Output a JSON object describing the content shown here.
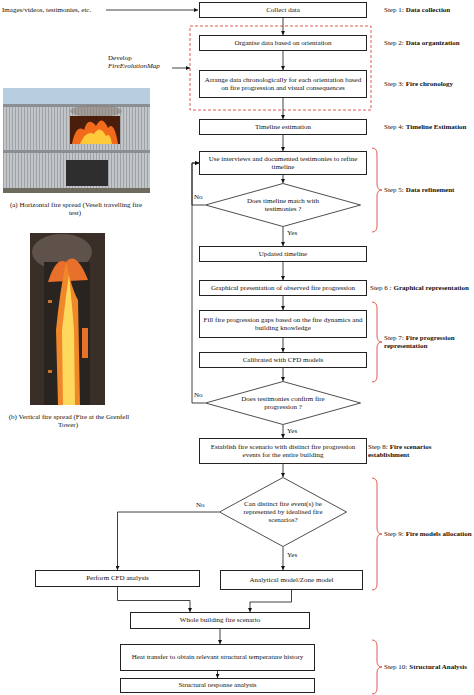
{
  "diagram": {
    "nodes": [
      {
        "text": [
          "Collect data"
        ]
      },
      {
        "text": [
          "Organise data based on orientation"
        ]
      },
      {
        "text": [
          "Arrange data chronologically for each orientation based on fire progression and visual consequences"
        ]
      },
      {
        "text": [
          "Timeline estimation"
        ]
      },
      {
        "text": [
          "Use interviews and documented testimonies to refine timeline"
        ]
      },
      {
        "text": [
          "Does timeline match with testimonies ?"
        ]
      },
      {
        "text": [
          "Updated timeline"
        ]
      },
      {
        "text": [
          "Graphical presentation of observed fire progression"
        ]
      },
      {
        "text": [
          "Fill fire progression gaps based on the fire dynamics and building knowledge"
        ]
      },
      {
        "text": [
          "Calibrated with CFD models"
        ]
      },
      {
        "text": [
          "Does testimonies confirm fire progression ?"
        ]
      },
      {
        "text": [
          "Establish fire scenario with distinct fire progression events for the entire building"
        ]
      },
      {
        "text": [
          "Can distinct fire event(s) be represented by idealised fire scenarios?"
        ]
      },
      {
        "text": [
          "Perform CFD analysis"
        ]
      },
      {
        "text": [
          "Analytical model/Zone model"
        ]
      },
      {
        "text": [
          "Whole building fire scenario"
        ]
      },
      {
        "text": [
          "Heat transfer to obtain relevant structural temperature history"
        ]
      },
      {
        "text": [
          "Structural response analysis"
        ]
      }
    ],
    "edges": [
      {
        "from": 0,
        "to": 1,
        "arrow": "to"
      },
      {
        "from": 1,
        "to": 2,
        "arrow": "to"
      },
      {
        "from": 2,
        "to": 3,
        "arrow": "to"
      },
      {
        "from": 3,
        "to": 4,
        "arrow": "to"
      },
      {
        "from": 4,
        "to": 5,
        "arrow": "to"
      },
      {
        "from": 5,
        "to": 6,
        "label": "Yes",
        "arrow": "to"
      },
      {
        "from": 5,
        "to": 4,
        "label": "No",
        "arrow": "to"
      },
      {
        "from": 6,
        "to": 7,
        "arrow": "to"
      },
      {
        "from": 7,
        "to": 8,
        "arrow": "to"
      },
      {
        "from": 8,
        "to": 9,
        "arrow": "to"
      },
      {
        "from": 9,
        "to": 10,
        "arrow": "to"
      },
      {
        "from": 10,
        "to": 11,
        "label": "Yes",
        "arrow": "to"
      },
      {
        "from": 10,
        "to": 4,
        "label": "No",
        "arrow": "to"
      },
      {
        "from": 11,
        "to": 12,
        "arrow": "to"
      },
      {
        "from": 12,
        "to": 13,
        "label": "No",
        "arrow": "to"
      },
      {
        "from": 12,
        "to": 14,
        "label": "Yes",
        "arrow": "to"
      },
      {
        "from": 13,
        "to": 15,
        "arrow": "to"
      },
      {
        "from": 14,
        "to": 15,
        "arrow": "to"
      },
      {
        "from": 15,
        "to": 16,
        "arrow": "to"
      },
      {
        "from": 16,
        "to": 17,
        "arrow": "to"
      }
    ],
    "labels": [
      "Images/videos, testimonies, etc.",
      "Develop",
      "FireEvolutionMap",
      "(a) Horizontal fire spread (Veseli travelling fire test)",
      "(b) Vertical fire spread (Fire at the Grenfell Tower)",
      "Step 1:",
      "Data collection",
      "Step 2:",
      "Data organization",
      "Step 3:",
      "Fire chronology",
      "Step 4:",
      "Timeline Estimation",
      "Step 5:",
      "Data refinement",
      "Step 6 :",
      "Graphical representation",
      "Step 7:",
      "Fire progression representation",
      "Step 8:",
      "Fire scenarios establishment",
      "Step 9:",
      "Fire models allocation",
      "Step 10:",
      "Structural Analysis"
    ]
  }
}
